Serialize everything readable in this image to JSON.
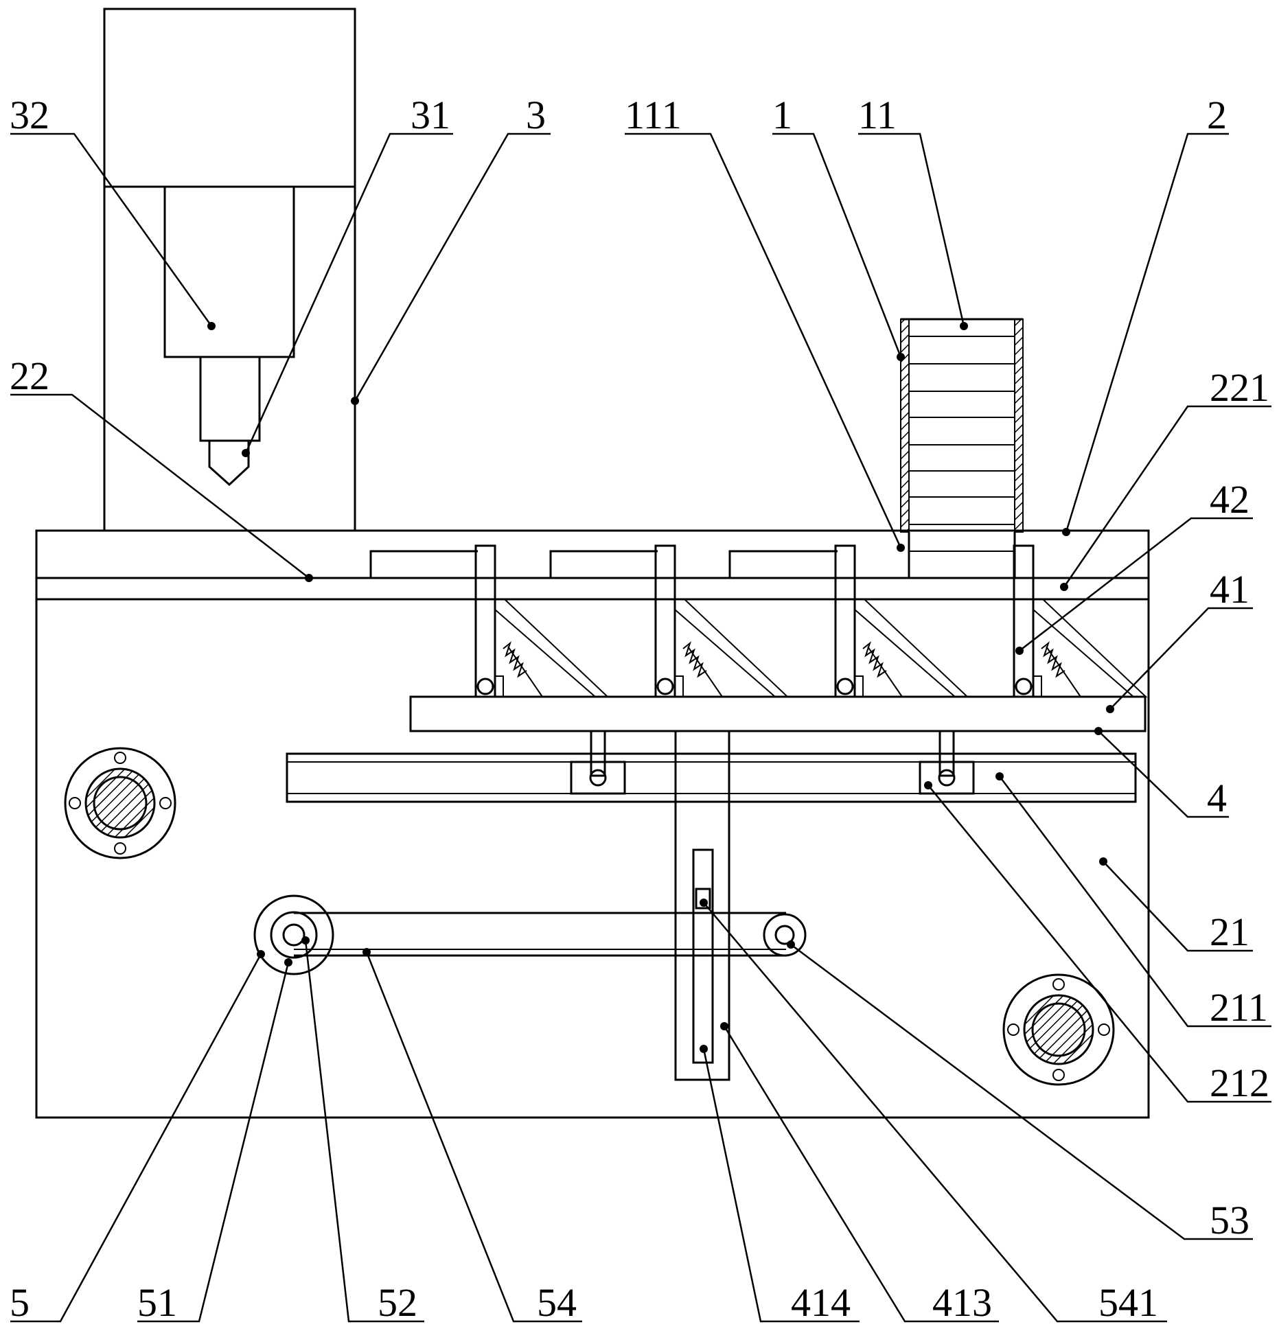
{
  "labels": {
    "l32": "32",
    "l31": "31",
    "l3": "3",
    "l111": "111",
    "l1": "1",
    "l11": "11",
    "l2": "2",
    "l22": "22",
    "l221": "221",
    "l42": "42",
    "l41": "41",
    "l4": "4",
    "l21": "21",
    "l211": "211",
    "l212": "212",
    "l53": "53",
    "l5": "5",
    "l51": "51",
    "l52": "52",
    "l54": "54",
    "l414": "414",
    "l413": "413",
    "l541": "541"
  },
  "colors": {
    "line": "#000000",
    "background": "#ffffff"
  }
}
